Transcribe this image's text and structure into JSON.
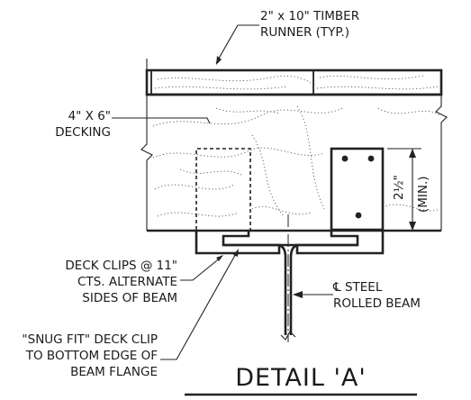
{
  "labels": {
    "runner_line1": "2\" x 10\"  TIMBER",
    "runner_line2": "RUNNER (TYP.)",
    "decking_line1": "4\" X 6\"",
    "decking_line2": "DECKING",
    "clips_line1": "DECK CLIPS @ 11\"",
    "clips_line2": "CTS. ALTERNATE",
    "clips_line3": "SIDES OF BEAM",
    "snug_line1": "\"SNUG FIT\" DECK CLIP",
    "snug_line2": "TO BOTTOM EDGE OF",
    "snug_line3": "BEAM FLANGE",
    "beam_line1": "℄ STEEL",
    "beam_line2": "ROLLED BEAM",
    "dimension": "2½\"",
    "dimension_min": "(MIN.)",
    "title": "DETAIL 'A'"
  }
}
